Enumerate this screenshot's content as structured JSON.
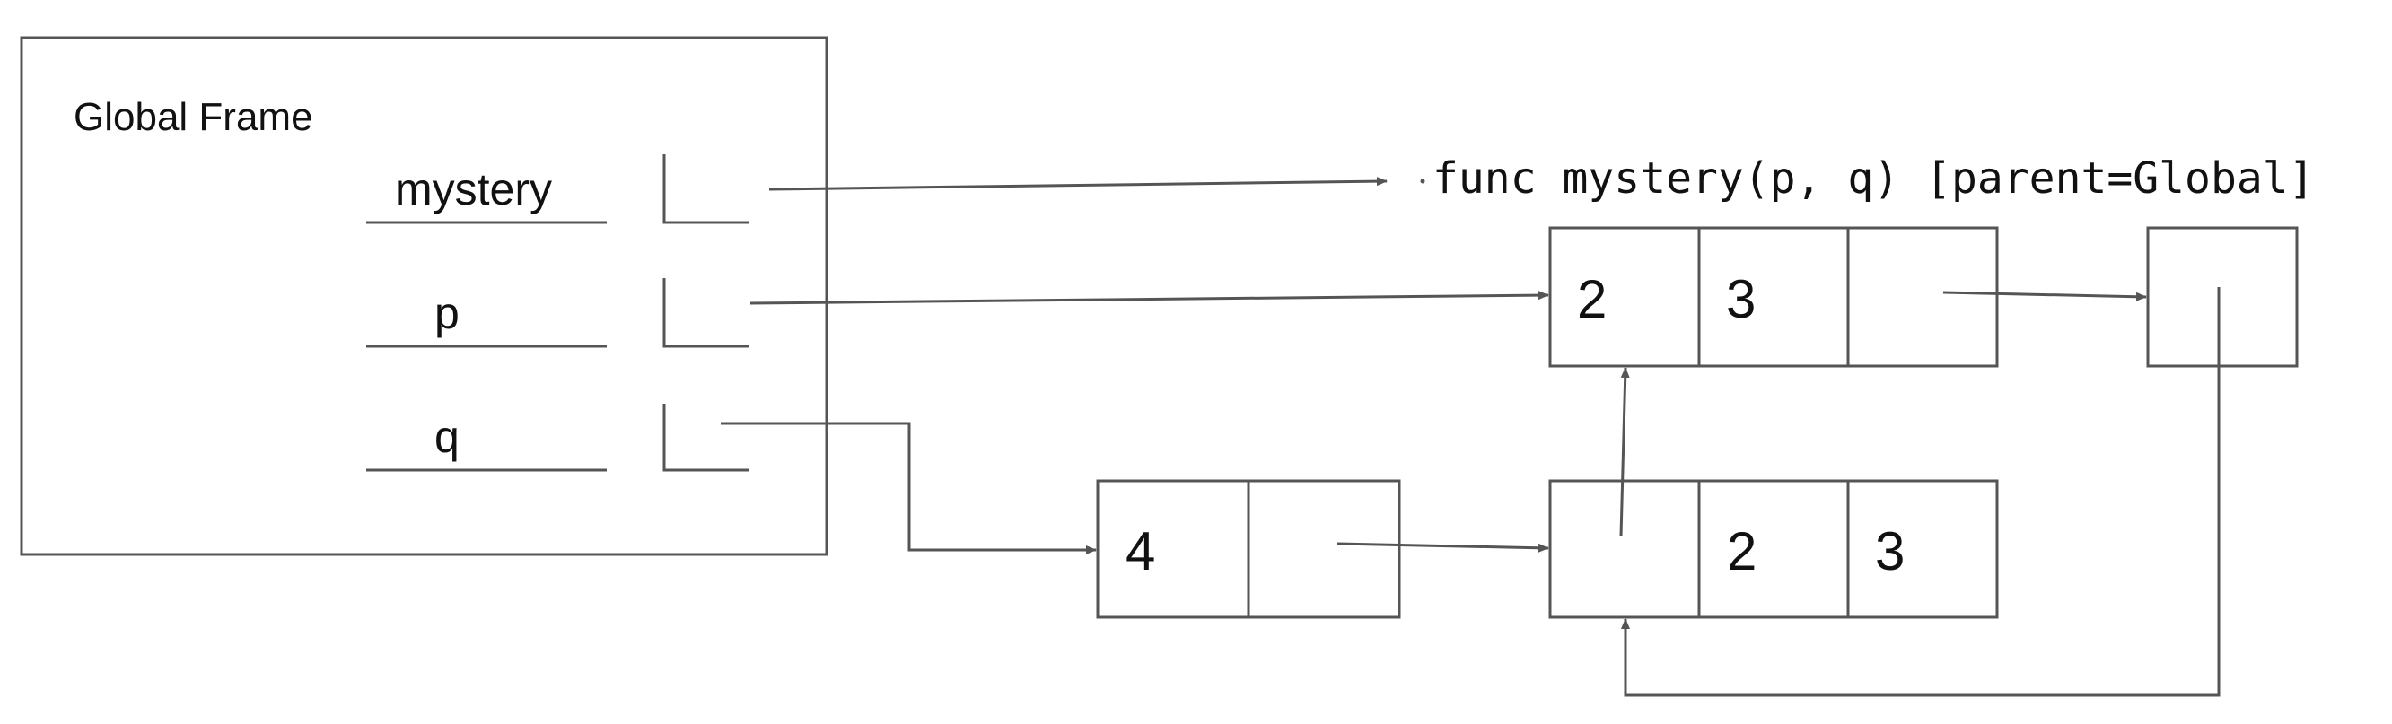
{
  "frame": {
    "title": "Global Frame",
    "variables": [
      {
        "name": "mystery"
      },
      {
        "name": "p"
      },
      {
        "name": "q"
      }
    ]
  },
  "function_object": {
    "label": "func mystery(p, q) [parent=Global]"
  },
  "lists": {
    "p_list": {
      "values": [
        "2",
        "3"
      ]
    },
    "empty_list": {
      "values": []
    },
    "q_list": {
      "values": [
        "4"
      ]
    },
    "inner_list": {
      "values": [
        "2",
        "3"
      ]
    }
  }
}
